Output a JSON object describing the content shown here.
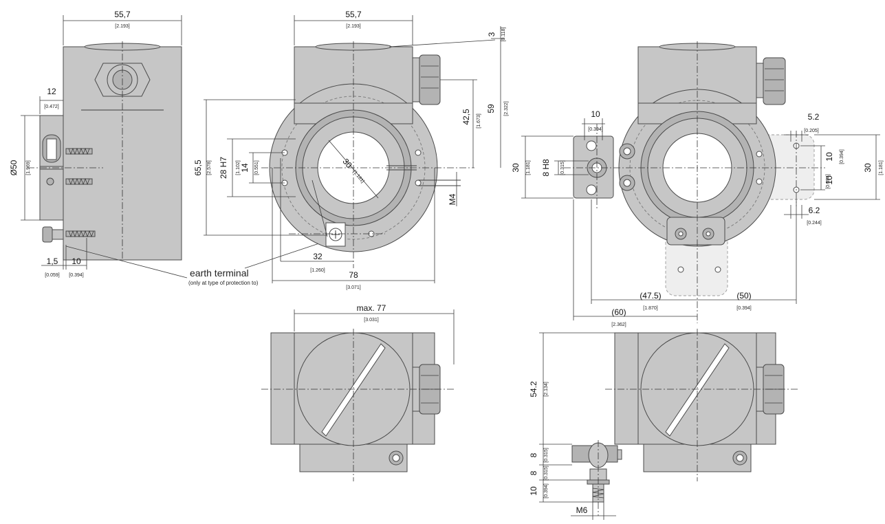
{
  "top_views": {
    "side": {
      "width": "55,7",
      "width_in": "[2.193]",
      "flange": "12",
      "flange_in": "[0.472]",
      "diameter": "Ø50",
      "diameter_in": "[1.969]",
      "offset_a": "1,5",
      "offset_a_in": "[0.059]",
      "offset_b": "10",
      "offset_b_in": "[0.394]"
    },
    "front": {
      "width": "55,7",
      "width_in": "[2.193]",
      "gap": "3",
      "gap_in": "[0.118]",
      "height_a": "42,5",
      "height_a_in": "[1.673]",
      "height_b": "59",
      "height_b_in": "[2.322]",
      "height_c": "65,5",
      "height_c_in": "[2.578]",
      "bore": "28 H7",
      "bore_in": "[1.102]",
      "slot": "14",
      "slot_in": "[0.551]",
      "shaft": "30",
      "shaft_in": "[1.181]",
      "thread": "M4",
      "dist_a": "32",
      "dist_a_in": "[1.260]",
      "dist_b": "78",
      "dist_b_in": "[3.071]"
    }
  },
  "earth_terminal": {
    "label": "earth terminal",
    "note": "(only at type of protection to)"
  },
  "right_view": {
    "h30_left": "30",
    "h30_left_in": "[1.181]",
    "hole": "8 H8",
    "hole_in": "[0.315]",
    "w10": "10",
    "w10_in": "[0.394]",
    "w52": "5.2",
    "w52_in": "[0.205]",
    "v10a": "10",
    "v10a_in": "[0.394]",
    "v10b": "10",
    "v10b_in": "[0.394]",
    "h30_right": "30",
    "h30_right_in": "[1.181]",
    "w62": "6.2",
    "w62_in": "[0.244]",
    "d475": "(47.5)",
    "d475_in": "[1.870]",
    "d50": "(50)",
    "d50_in": "[0.394]",
    "d60": "(60)",
    "d60_in": "[2.362]"
  },
  "bottom_views": {
    "max_width": "max. 77",
    "max_width_in": "[3.031]",
    "height": "54.2",
    "height_in": "[2.134]",
    "s8a": "8",
    "s8a_in": "[0.315]",
    "s8b": "8",
    "s8b_in": "[0.315]",
    "s10": "10",
    "s10_in": "[0.394]",
    "bolt": "M6"
  }
}
